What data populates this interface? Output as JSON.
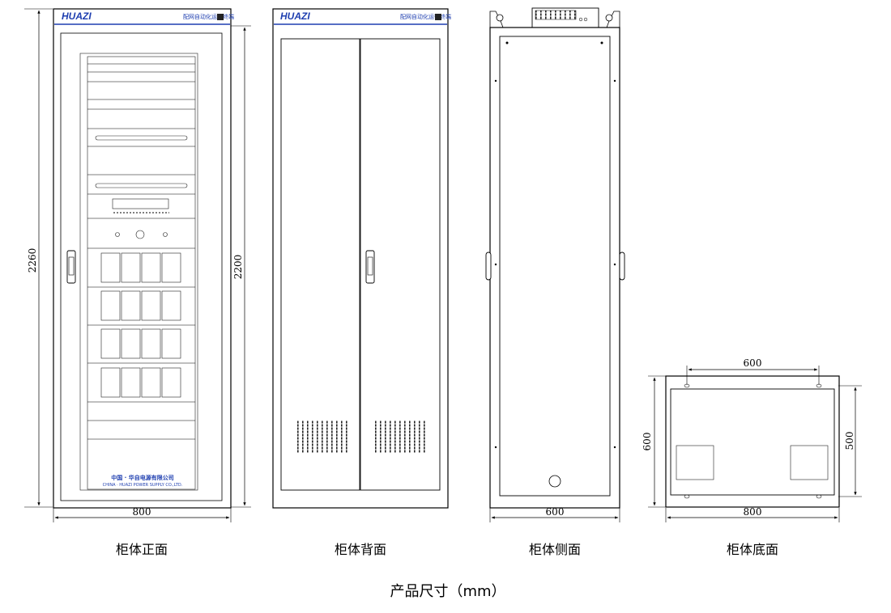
{
  "views": [
    {
      "id": "front",
      "brand": "HUAZI",
      "brand_tag": "配网自动化运行终端",
      "label": "柜体正面",
      "footer_cn": "中国 · 华自电源有限公司",
      "footer_en": "CHINA · HUAZI POWER SUPPLY CO.,LTD."
    },
    {
      "id": "back",
      "brand": "HUAZI",
      "brand_tag": "配网自动化运行终端",
      "label": "柜体背面"
    },
    {
      "id": "side",
      "label": "柜体侧面"
    },
    {
      "id": "bottom",
      "label": "柜体底面"
    }
  ],
  "dimensions": {
    "front_total_height": "2260",
    "front_width": "800",
    "body_height": "2200",
    "side_depth": "600",
    "bottom_hole_spacing": "600",
    "bottom_depth": "600",
    "bottom_inner_depth": "500",
    "bottom_width": "800"
  },
  "caption": "产品尺寸（mm）",
  "colors": {
    "brand": "#1f3fb0",
    "line": "#000000"
  }
}
